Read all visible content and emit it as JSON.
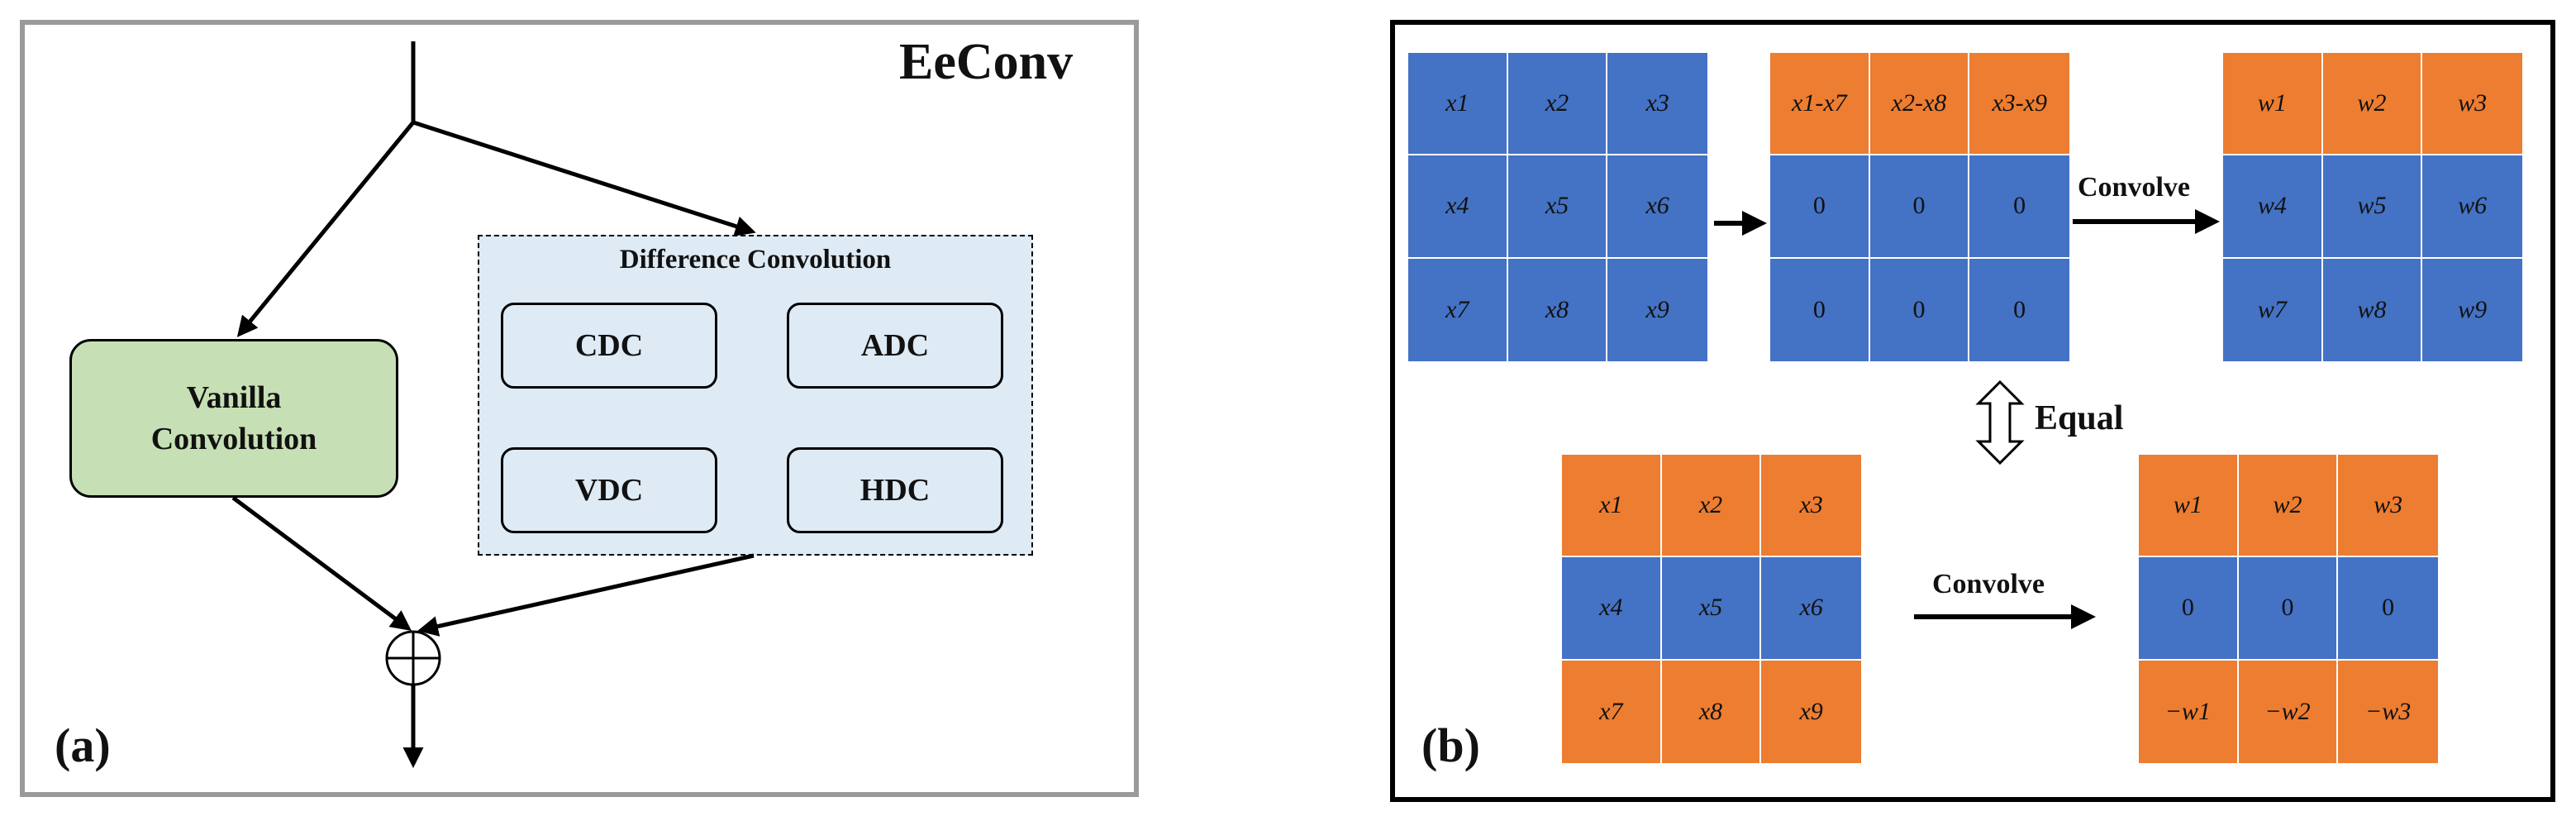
{
  "panel_a": {
    "title": "EeConv",
    "label": "(a)",
    "vanilla_line1": "Vanilla",
    "vanilla_line2": "Convolution",
    "diff_title": "Difference Convolution",
    "ops": [
      "CDC",
      "ADC",
      "VDC",
      "HDC"
    ]
  },
  "panel_b": {
    "label": "(b)",
    "convolve_top": "Convolve",
    "convolve_bottom": "Convolve",
    "equal": "Equal",
    "grid_input": [
      "x1",
      "x2",
      "x3",
      "x4",
      "x5",
      "x6",
      "x7",
      "x8",
      "x9"
    ],
    "grid_diff": [
      "x1-x7",
      "x2-x8",
      "x3-x9",
      "0",
      "0",
      "0",
      "0",
      "0",
      "0"
    ],
    "grid_weights": [
      "w1",
      "w2",
      "w3",
      "w4",
      "w5",
      "w6",
      "w7",
      "w8",
      "w9"
    ],
    "grid_input2": [
      "x1",
      "x2",
      "x3",
      "x4",
      "x5",
      "x6",
      "x7",
      "x8",
      "x9"
    ],
    "grid_weights2": [
      "w1",
      "w2",
      "w3",
      "0",
      "0",
      "0",
      "−w1",
      "−w2",
      "−w3"
    ]
  },
  "colors": {
    "blue": "#4472c4",
    "orange": "#ed7d31",
    "green": "#c6dfb4",
    "light_blue": "#deeaf4"
  }
}
